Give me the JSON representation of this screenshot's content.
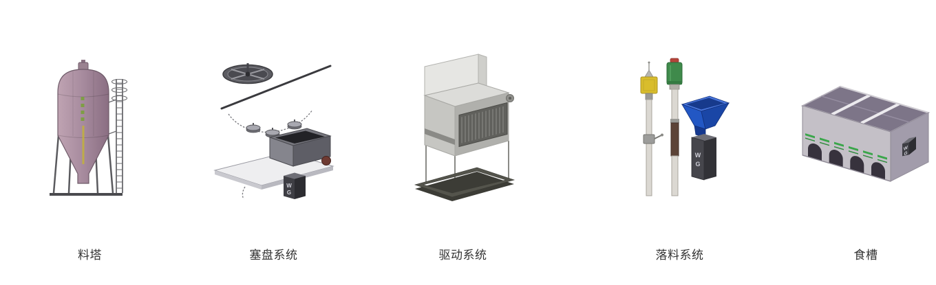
{
  "page": {
    "background": "#ffffff"
  },
  "brand": {
    "logo_top_letter": "W",
    "logo_bottom_letter": "G"
  },
  "colors": {
    "label_text": "#333333",
    "silo_purple": "#a98da0",
    "hopper_blue": "#2257c4",
    "accent_green": "#3aa64a",
    "trough_purple": "#7d7588",
    "machine_gray": "#c6c6c2",
    "sensor_yellow": "#d9bd2c",
    "motor_green": "#3f8a4b"
  },
  "products": [
    {
      "label": "料塔",
      "icon": "feed-silo-illustration"
    },
    {
      "label": "塞盘系统",
      "icon": "plug-disc-system-illustration"
    },
    {
      "label": "驱动系统",
      "icon": "drive-unit-illustration"
    },
    {
      "label": "落料系统",
      "icon": "drop-feeder-illustration"
    },
    {
      "label": "食槽",
      "icon": "feed-trough-illustration"
    }
  ]
}
